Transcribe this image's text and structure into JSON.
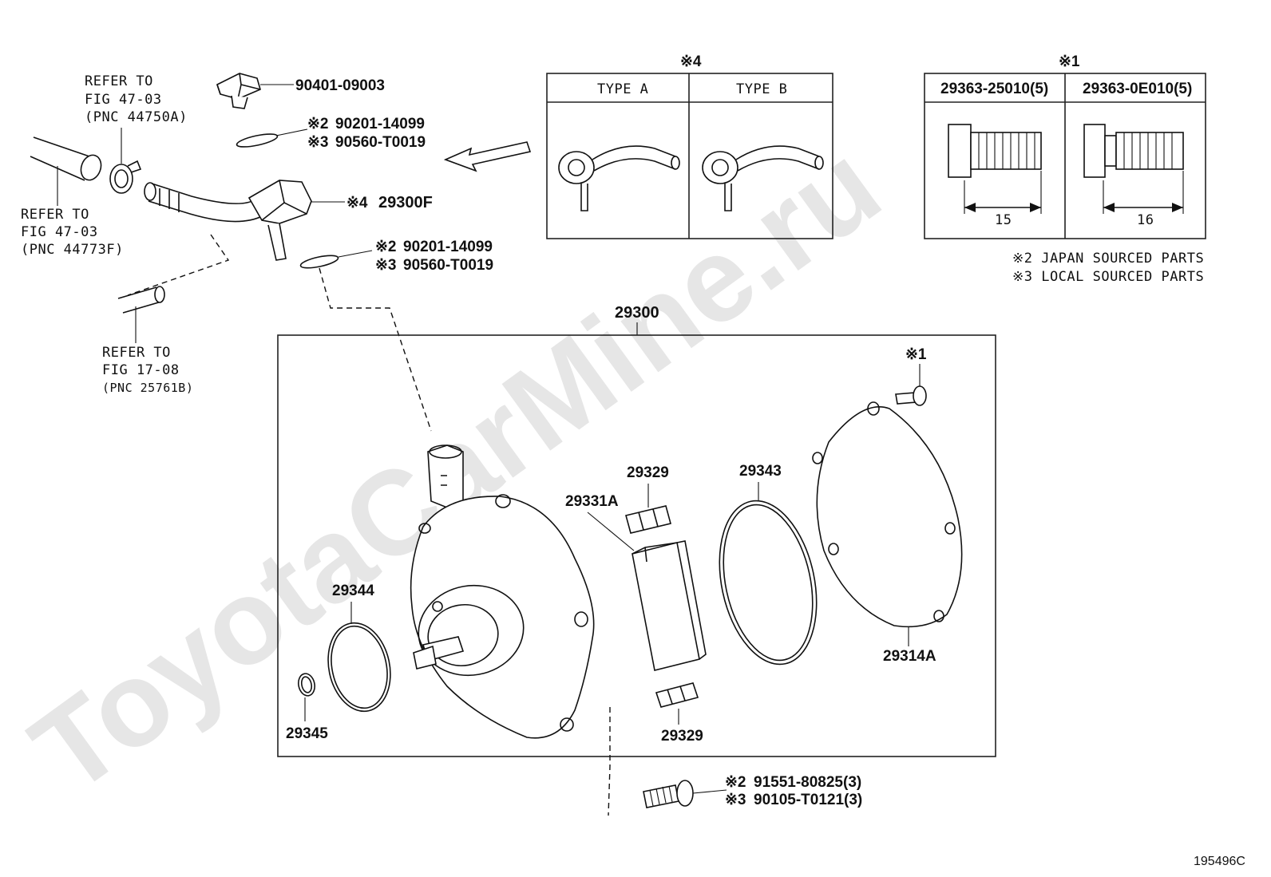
{
  "watermark": "ToyotaCarMine.ru",
  "figure_id": "195496C",
  "refer_top": {
    "line1": "REFER TO",
    "line2": "FIG 47-03",
    "line3": "(PNC 44750A)"
  },
  "refer_left": {
    "line1": "REFER TO",
    "line2": "FIG 47-03",
    "line3": "(PNC 44773F)"
  },
  "refer_bottom": {
    "line1": "REFER TO",
    "line2": "FIG 17-08",
    "line3": "(PNC 25761B)"
  },
  "cap_part": "90401-09003",
  "washer_upper": {
    "jp_mark": "※2",
    "jp_part": "90201-14099",
    "local_mark": "※3",
    "local_part": "90560-T0019"
  },
  "hose_part": {
    "mark": "※4",
    "part": "29300F"
  },
  "washer_lower": {
    "jp_mark": "※2",
    "jp_part": "90201-14099",
    "local_mark": "※3",
    "local_part": "90560-T0019"
  },
  "type_table": {
    "mark": "※4",
    "type_a": "TYPE A",
    "type_b": "TYPE B"
  },
  "bolt_table": {
    "mark": "※1",
    "col1": "29363-25010(5)",
    "col2": "29363-0E010(5)",
    "dim1": "15",
    "dim2": "16"
  },
  "notes": {
    "note1": "※2 JAPAN SOURCED PARTS",
    "note2": "※3 LOCAL SOURCED PARTS"
  },
  "assembly": {
    "part": "29300",
    "bolt_mark": "※1",
    "vane_top": "29329",
    "vane_bottom": "29329",
    "rotor": "29331A",
    "oring_large": "29343",
    "cover": "29314A",
    "oring_mid": "29344",
    "oring_small": "29345"
  },
  "bottom_bolt": {
    "jp_mark": "※2",
    "jp_part": "91551-80825(3)",
    "local_mark": "※3",
    "local_part": "90105-T0121(3)"
  }
}
